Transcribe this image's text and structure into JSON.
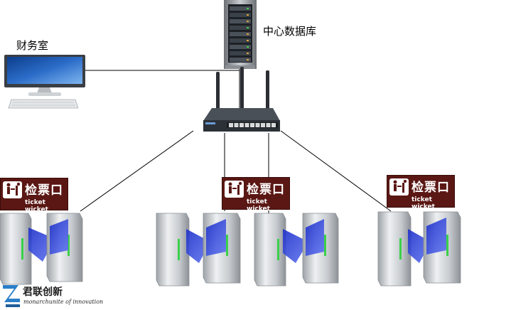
{
  "labels": {
    "finance_room": "财务室",
    "central_db": "中心数据库"
  },
  "signs": [
    {
      "cn": "检票口",
      "en": "ticket wicket"
    },
    {
      "cn": "检票口",
      "en": "ticket wicket"
    },
    {
      "cn": "检票口",
      "en": "ticket wicket"
    }
  ],
  "logo": {
    "cn": "君联创新",
    "en": "monarchunite of innovation"
  },
  "colors": {
    "sign_bg": "#5a1713",
    "link_line": "#000000",
    "flap_blue": "#2d3fd6",
    "indicator_green": "#3bd14a"
  },
  "icons": [
    "computer-icon",
    "server-rack-icon",
    "router-icon",
    "turnstile-gate-icon",
    "ticket-check-pictogram-icon",
    "company-logo-icon"
  ]
}
